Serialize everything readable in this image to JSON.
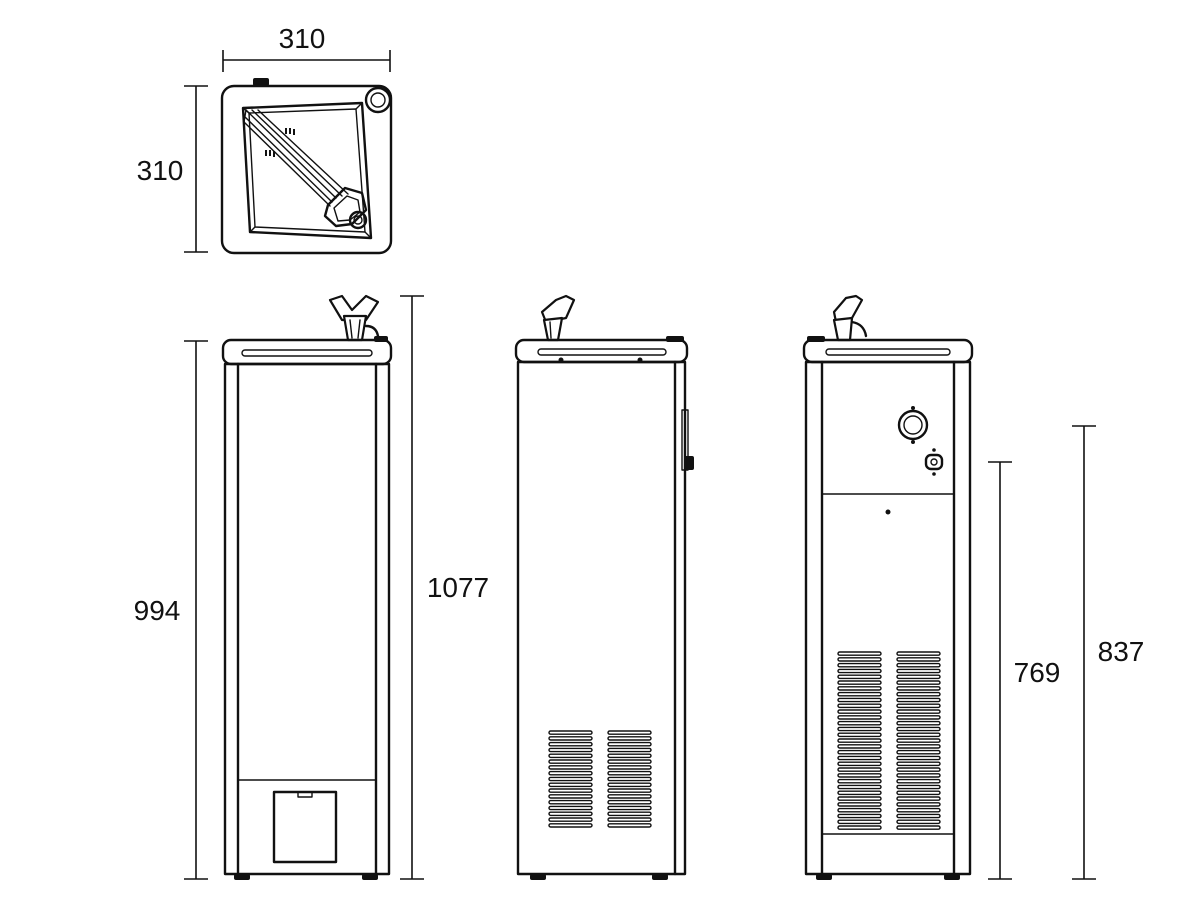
{
  "dimensions": {
    "top_width": "310",
    "top_depth": "310",
    "front_height": "994",
    "overall_height": "1077",
    "side_height_a": "769",
    "side_height_b": "837"
  }
}
